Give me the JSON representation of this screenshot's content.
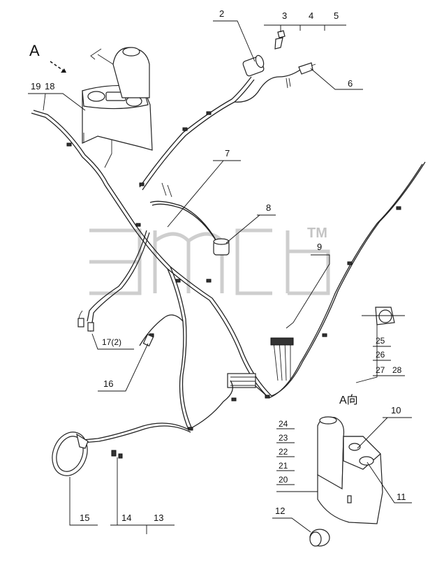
{
  "view_labels": {
    "main_view": "A",
    "detail_view": "A向"
  },
  "watermark": {
    "tm": "TM"
  },
  "callouts": {
    "c2": "2",
    "c3": "3",
    "c4": "4",
    "c5": "5",
    "c6": "6",
    "c7": "7",
    "c8": "8",
    "c9": "9",
    "c10": "10",
    "c11": "11",
    "c12": "12",
    "c13": "13",
    "c14": "14",
    "c15": "15",
    "c16": "16",
    "c17": "17(2)",
    "c18": "18",
    "c19": "19",
    "c20": "20",
    "c21": "21",
    "c22": "22",
    "c23": "23",
    "c24": "24",
    "c25": "25",
    "c26": "26",
    "c27": "27",
    "c28": "28"
  }
}
